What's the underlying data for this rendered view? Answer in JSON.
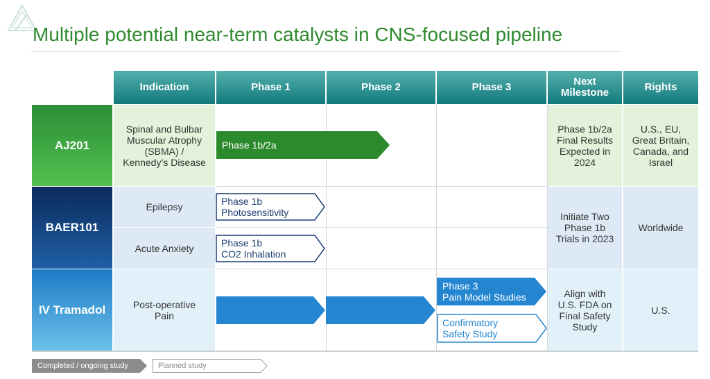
{
  "title": "Multiple potential near-term catalysts in CNS-focused pipeline",
  "headers": {
    "indication": "Indication",
    "phase1": "Phase 1",
    "phase2": "Phase 2",
    "phase3": "Phase 3",
    "milestone_line1": "Next",
    "milestone_line2": "Milestone",
    "rights": "Rights"
  },
  "programs": {
    "aj201": {
      "name": "AJ201",
      "indication": [
        "Spinal and Bulbar",
        "Muscular Atrophy",
        "(SBMA) /",
        "Kennedy’s Disease"
      ],
      "milestone": [
        "Phase 1b/2a",
        "Final Results",
        "Expected in",
        "2024"
      ],
      "rights": [
        "U.S., EU,",
        "Great Britain,",
        "Canada, and",
        "Israel"
      ],
      "bar": "Phase 1b/2a",
      "progress_fraction": 0.5
    },
    "baer101": {
      "name": "BAER101",
      "indication_1": "Epilepsy",
      "indication_2": "Acute Anxiety",
      "bar1": [
        "Phase 1b",
        "Photosensitivity"
      ],
      "bar2": [
        "Phase 1b",
        "CO2 Inhalation"
      ],
      "milestone": [
        "Initiate Two",
        "Phase 1b",
        "Trials in 2023"
      ],
      "rights": "Worldwide"
    },
    "tramadol": {
      "name": "IV Tramadol",
      "indication": [
        "Post-operative",
        "Pain"
      ],
      "bar1": [
        "Phase 3",
        "Pain Model Studies"
      ],
      "bar2": [
        "Confirmatory",
        "Safety Study"
      ],
      "milestone": [
        "Align with",
        "U.S. FDA on",
        "Final Safety",
        "Study"
      ],
      "rights": "U.S."
    }
  },
  "legend": {
    "completed": "Completed / ongoing study",
    "planned": "Planned study"
  },
  "colors": {
    "title": "#2f8a2f",
    "header_teal": "#127a7c",
    "aj201_green": "#3ea83c",
    "baer101_navy": "#123e78",
    "tramadol_blue": "#2788d3",
    "completed_gray": "#8c8c8c"
  }
}
